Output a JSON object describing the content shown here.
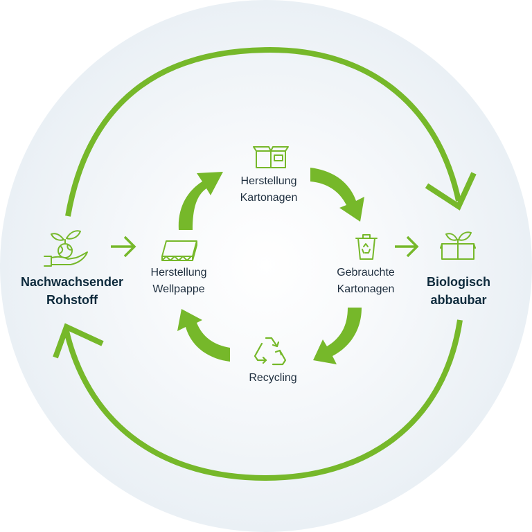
{
  "colors": {
    "accent": "#76b82a",
    "background_circle": "#eef3f7",
    "text_dark": "#0d2a3c",
    "text_inner": "#1f2f3f"
  },
  "nodes": {
    "raw_material": {
      "line1": "Nachwachsender",
      "line2": "Rohstoff",
      "icon": "plant-in-hand-icon"
    },
    "corrugated": {
      "line1": "Herstellung",
      "line2": "Wellpappe",
      "icon": "corrugated-board-icon"
    },
    "cartons": {
      "line1": "Herstellung",
      "line2": "Kartonagen",
      "icon": "open-box-icon"
    },
    "used_cartons": {
      "line1": "Gebrauchte",
      "line2": "Kartonagen",
      "icon": "recycling-bin-icon"
    },
    "recycling": {
      "line1": "Recycling",
      "icon": "recycle-icon"
    },
    "biodegradable": {
      "line1": "Biologisch",
      "line2": "abbaubar",
      "icon": "box-with-sprout-icon"
    }
  }
}
